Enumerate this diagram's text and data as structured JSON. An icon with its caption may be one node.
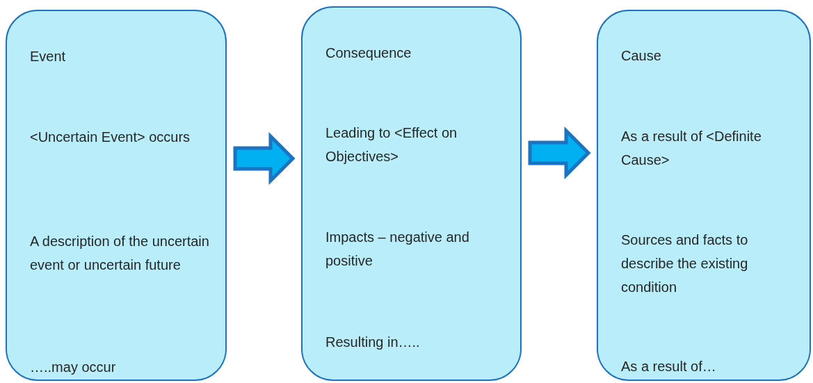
{
  "diagram": {
    "nodes": [
      {
        "text": [
          "Event",
          "<Uncertain Event> occurs",
          "A description of the uncertain event or uncertain future",
          "…..may occur"
        ]
      },
      {
        "text": [
          "Consequence",
          "Leading to <Effect on Objectives>",
          "Impacts – negative and positive",
          "Resulting in….."
        ]
      },
      {
        "text": [
          "Cause",
          "As a result of <Definite Cause>",
          "Sources and facts to describe the existing condition",
          "As a result of…"
        ]
      }
    ],
    "edges": [
      {
        "from": 0,
        "to": 1,
        "arrow": "to",
        "style": "thick"
      },
      {
        "from": 1,
        "to": 2,
        "arrow": "to",
        "style": "thick"
      }
    ]
  }
}
